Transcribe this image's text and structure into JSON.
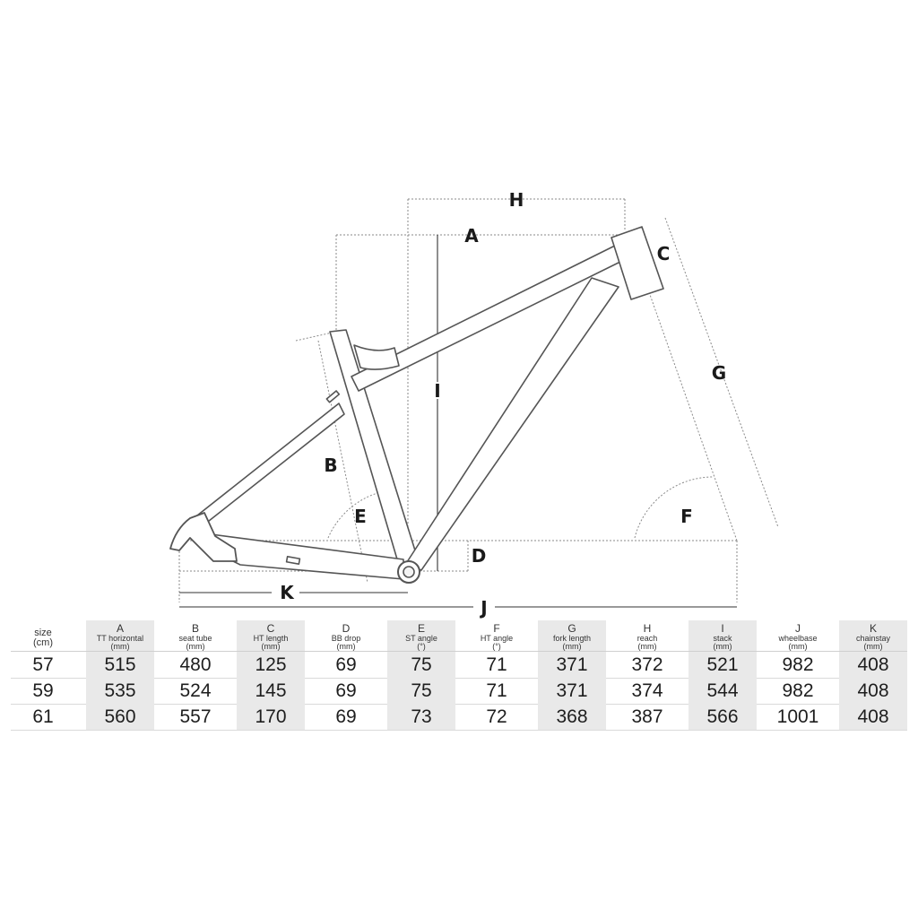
{
  "diagram_labels": {
    "A": "A",
    "B": "B",
    "C": "C",
    "D": "D",
    "E": "E",
    "F": "F",
    "G": "G",
    "H": "H",
    "I": "I",
    "J": "J",
    "K": "K"
  },
  "table": {
    "size_header": {
      "name": "size",
      "unit": "(cm)"
    },
    "columns": [
      {
        "letter": "A",
        "name": "TT horizontal",
        "unit": "(mm)"
      },
      {
        "letter": "B",
        "name": "seat tube",
        "unit": "(mm)"
      },
      {
        "letter": "C",
        "name": "HT length",
        "unit": "(mm)"
      },
      {
        "letter": "D",
        "name": "BB drop",
        "unit": "(mm)"
      },
      {
        "letter": "E",
        "name": "ST angle",
        "unit": "(°)"
      },
      {
        "letter": "F",
        "name": "HT angle",
        "unit": "(°)"
      },
      {
        "letter": "G",
        "name": "fork length",
        "unit": "(mm)"
      },
      {
        "letter": "H",
        "name": "reach",
        "unit": "(mm)"
      },
      {
        "letter": "I",
        "name": "stack",
        "unit": "(mm)"
      },
      {
        "letter": "J",
        "name": "wheelbase",
        "unit": "(mm)"
      },
      {
        "letter": "K",
        "name": "chainstay",
        "unit": "(mm)"
      }
    ],
    "rows": [
      {
        "size": "57",
        "values": [
          "515",
          "480",
          "125",
          "69",
          "75",
          "71",
          "371",
          "372",
          "521",
          "982",
          "408"
        ]
      },
      {
        "size": "59",
        "values": [
          "535",
          "524",
          "145",
          "69",
          "75",
          "71",
          "371",
          "374",
          "544",
          "982",
          "408"
        ]
      },
      {
        "size": "61",
        "values": [
          "560",
          "557",
          "170",
          "69",
          "73",
          "72",
          "368",
          "387",
          "566",
          "1001",
          "408"
        ]
      }
    ]
  }
}
